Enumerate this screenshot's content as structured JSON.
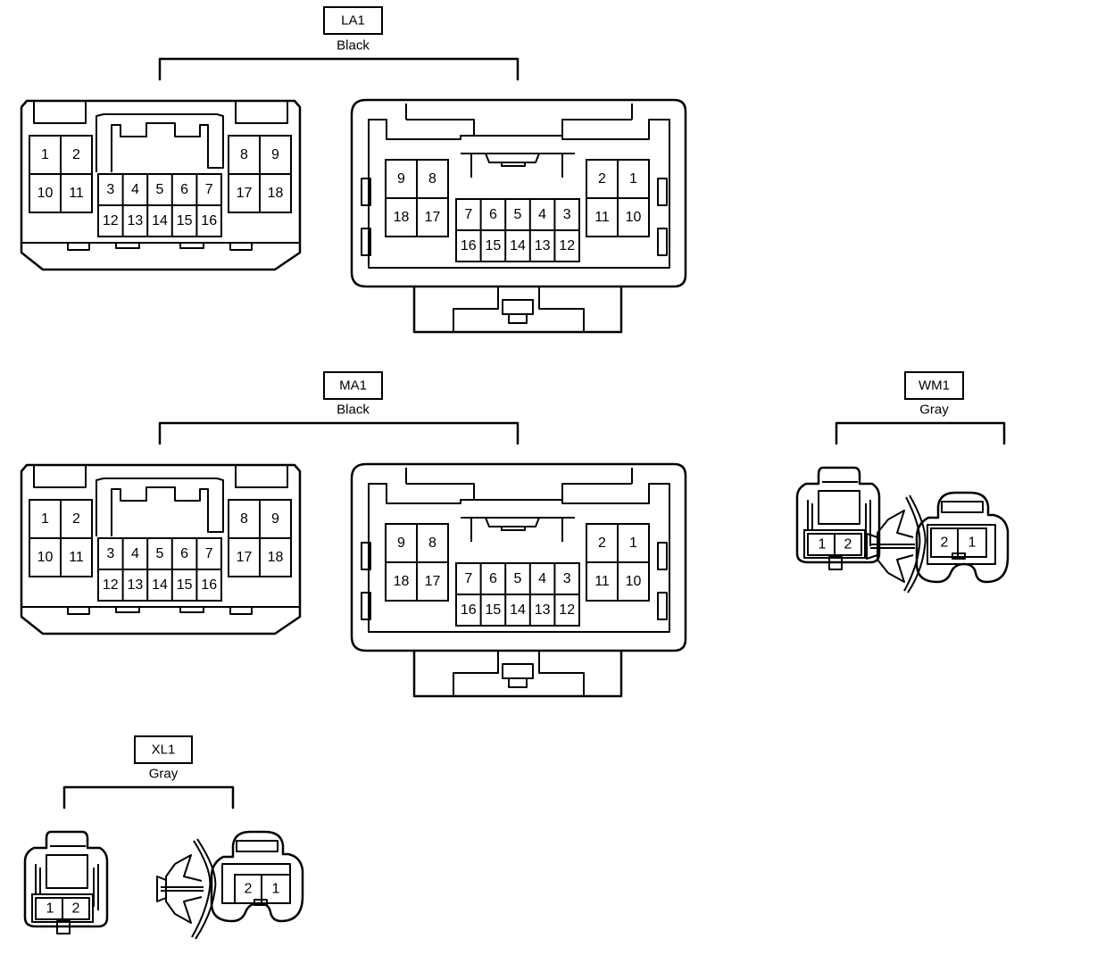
{
  "connectors": [
    {
      "id": "LA1",
      "color": "Black",
      "female_face": {
        "left_block": [
          [
            "1",
            "2"
          ],
          [
            "10",
            "11"
          ]
        ],
        "center_block": [
          [
            "3",
            "4",
            "5",
            "6",
            "7"
          ],
          [
            "12",
            "13",
            "14",
            "15",
            "16"
          ]
        ],
        "right_block": [
          [
            "8",
            "9"
          ],
          [
            "17",
            "18"
          ]
        ]
      },
      "male_face": {
        "left_block": [
          [
            "9",
            "8"
          ],
          [
            "18",
            "17"
          ]
        ],
        "center_block": [
          [
            "7",
            "6",
            "5",
            "4",
            "3"
          ],
          [
            "16",
            "15",
            "14",
            "13",
            "12"
          ]
        ],
        "right_block": [
          [
            "2",
            "1"
          ],
          [
            "11",
            "10"
          ]
        ]
      }
    },
    {
      "id": "MA1",
      "color": "Black",
      "female_face": {
        "left_block": [
          [
            "1",
            "2"
          ],
          [
            "10",
            "11"
          ]
        ],
        "center_block": [
          [
            "3",
            "4",
            "5",
            "6",
            "7"
          ],
          [
            "12",
            "13",
            "14",
            "15",
            "16"
          ]
        ],
        "right_block": [
          [
            "8",
            "9"
          ],
          [
            "17",
            "18"
          ]
        ]
      },
      "male_face": {
        "left_block": [
          [
            "9",
            "8"
          ],
          [
            "18",
            "17"
          ]
        ],
        "center_block": [
          [
            "7",
            "6",
            "5",
            "4",
            "3"
          ],
          [
            "16",
            "15",
            "14",
            "13",
            "12"
          ]
        ],
        "right_block": [
          [
            "2",
            "1"
          ],
          [
            "11",
            "10"
          ]
        ]
      }
    },
    {
      "id": "WM1",
      "color": "Gray",
      "female_face": {
        "pins": [
          "1",
          "2"
        ]
      },
      "male_face": {
        "pins": [
          "2",
          "1"
        ]
      }
    },
    {
      "id": "XL1",
      "color": "Gray",
      "female_face": {
        "pins": [
          "1",
          "2"
        ]
      },
      "male_face": {
        "pins": [
          "2",
          "1"
        ]
      }
    }
  ]
}
